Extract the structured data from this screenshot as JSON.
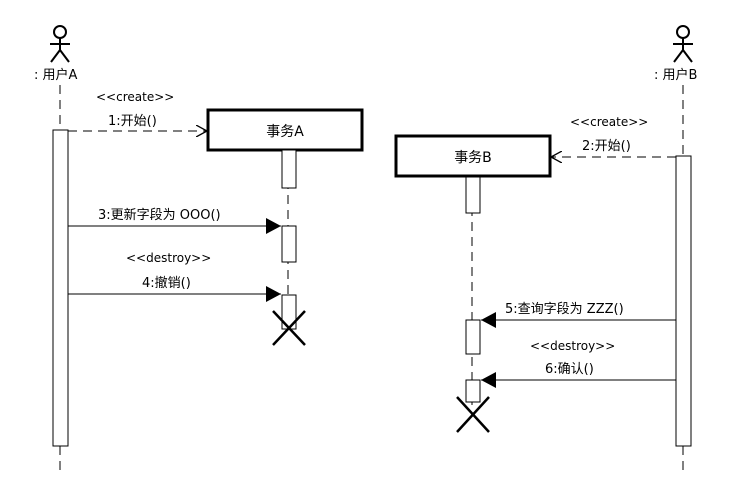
{
  "actors": {
    "user_a": {
      "label": ": 用户A"
    },
    "user_b": {
      "label": ": 用户B"
    }
  },
  "objects": {
    "transaction_a": {
      "label": "事务A"
    },
    "transaction_b": {
      "label": "事务B"
    }
  },
  "messages": {
    "m1": {
      "stereotype": "<<create>>",
      "label": "1:开始()"
    },
    "m2": {
      "stereotype": "<<create>>",
      "label": "2:开始()"
    },
    "m3": {
      "label": "3:更新字段为 OOO()"
    },
    "m4": {
      "stereotype": "<<destroy>>",
      "label": "4:撤销()"
    },
    "m5": {
      "label": "5:查询字段为 ZZZ()"
    },
    "m6": {
      "stereotype": "<<destroy>>",
      "label": "6:确认()"
    }
  }
}
